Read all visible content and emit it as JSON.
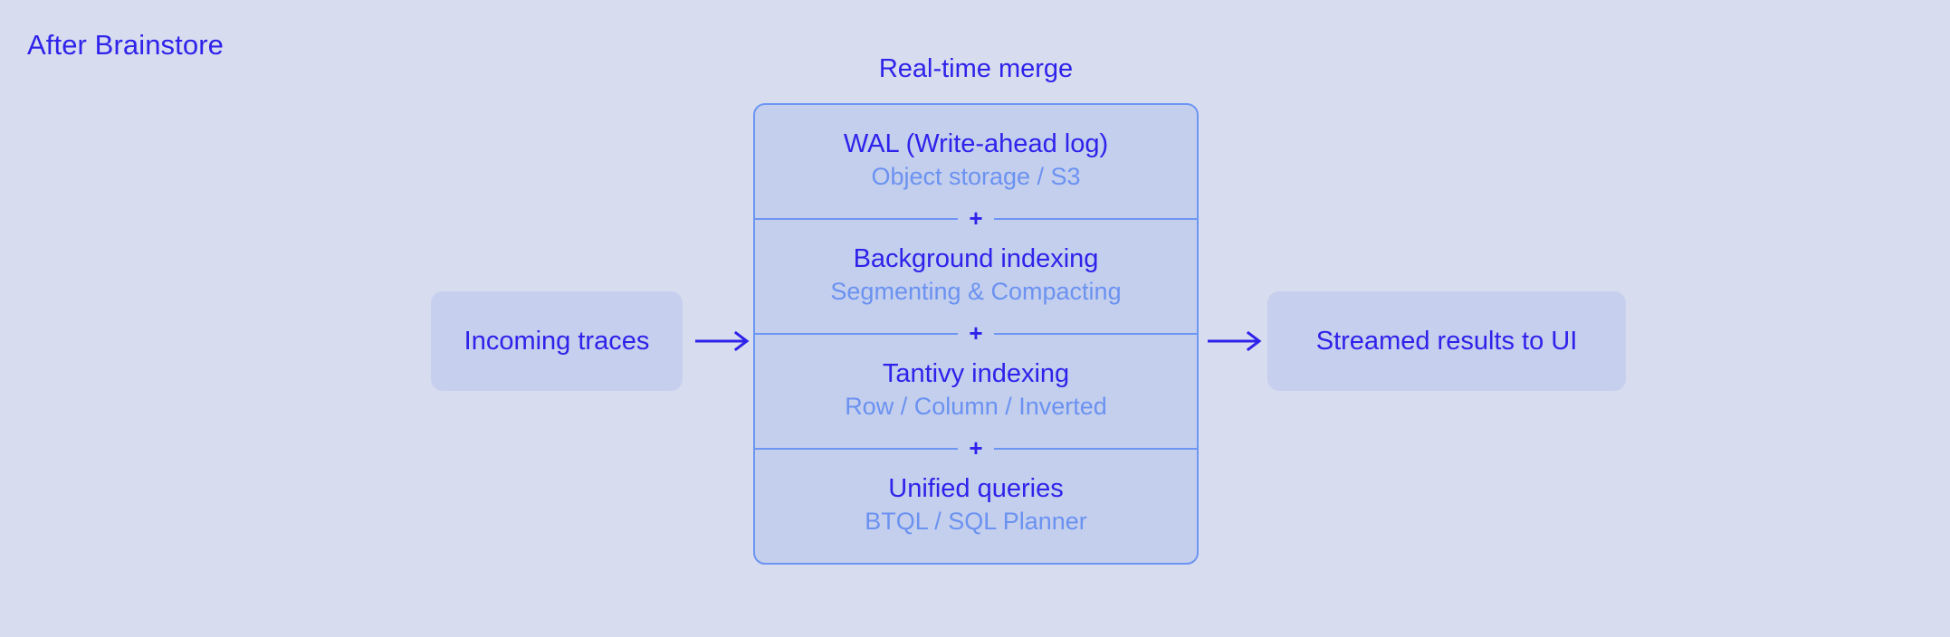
{
  "title": "After Brainstore",
  "colors": {
    "background": "#d7ddef",
    "accent": "#2f22ea",
    "secondary_text": "#6b92f0",
    "border": "#6d95f2",
    "box_fill": "#c6cfee"
  },
  "flow": {
    "input_node": {
      "label": "Incoming traces"
    },
    "output_node": {
      "label": "Streamed results to UI"
    },
    "arrow_in": {
      "icon": "arrow-right-icon",
      "glyph": "⟶"
    },
    "arrow_out": {
      "icon": "arrow-right-icon",
      "glyph": "⟶"
    }
  },
  "stack": {
    "caption": "Real-time merge",
    "separator": "+",
    "rows": [
      {
        "title": "WAL (Write-ahead log)",
        "subtitle": "Object storage / S3"
      },
      {
        "title": "Background indexing",
        "subtitle": "Segmenting & Compacting"
      },
      {
        "title": "Tantivy indexing",
        "subtitle": "Row / Column / Inverted"
      },
      {
        "title": "Unified queries",
        "subtitle": "BTQL / SQL Planner"
      }
    ]
  }
}
